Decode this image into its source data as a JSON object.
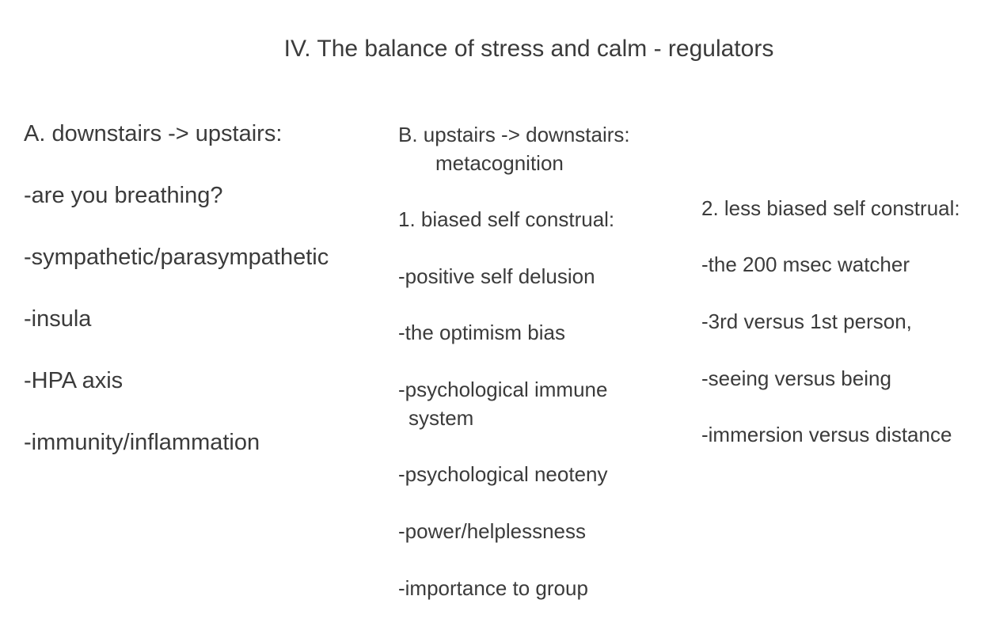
{
  "title": "IV. The balance of stress and calm - regulators",
  "column_a": {
    "heading": "A.  downstairs -> upstairs:",
    "items": [
      "-are you breathing?",
      "-sympathetic/parasympathetic",
      "-insula",
      "-HPA axis",
      "-immunity/inflammation"
    ]
  },
  "column_b": {
    "heading_line1": "B. upstairs -> downstairs:",
    "heading_line2": "metacognition",
    "subheading": "1. biased self construal:",
    "items": [
      "-positive self delusion",
      "-the optimism bias",
      "-psychological immune",
      "system",
      "-psychological neoteny",
      "-power/helplessness",
      "-importance to group"
    ]
  },
  "column_c": {
    "subheading": "2. less biased self construal:",
    "items": [
      "-the 200 msec watcher",
      "-3rd versus 1st person,",
      "-seeing versus being",
      "-immersion versus distance"
    ]
  }
}
